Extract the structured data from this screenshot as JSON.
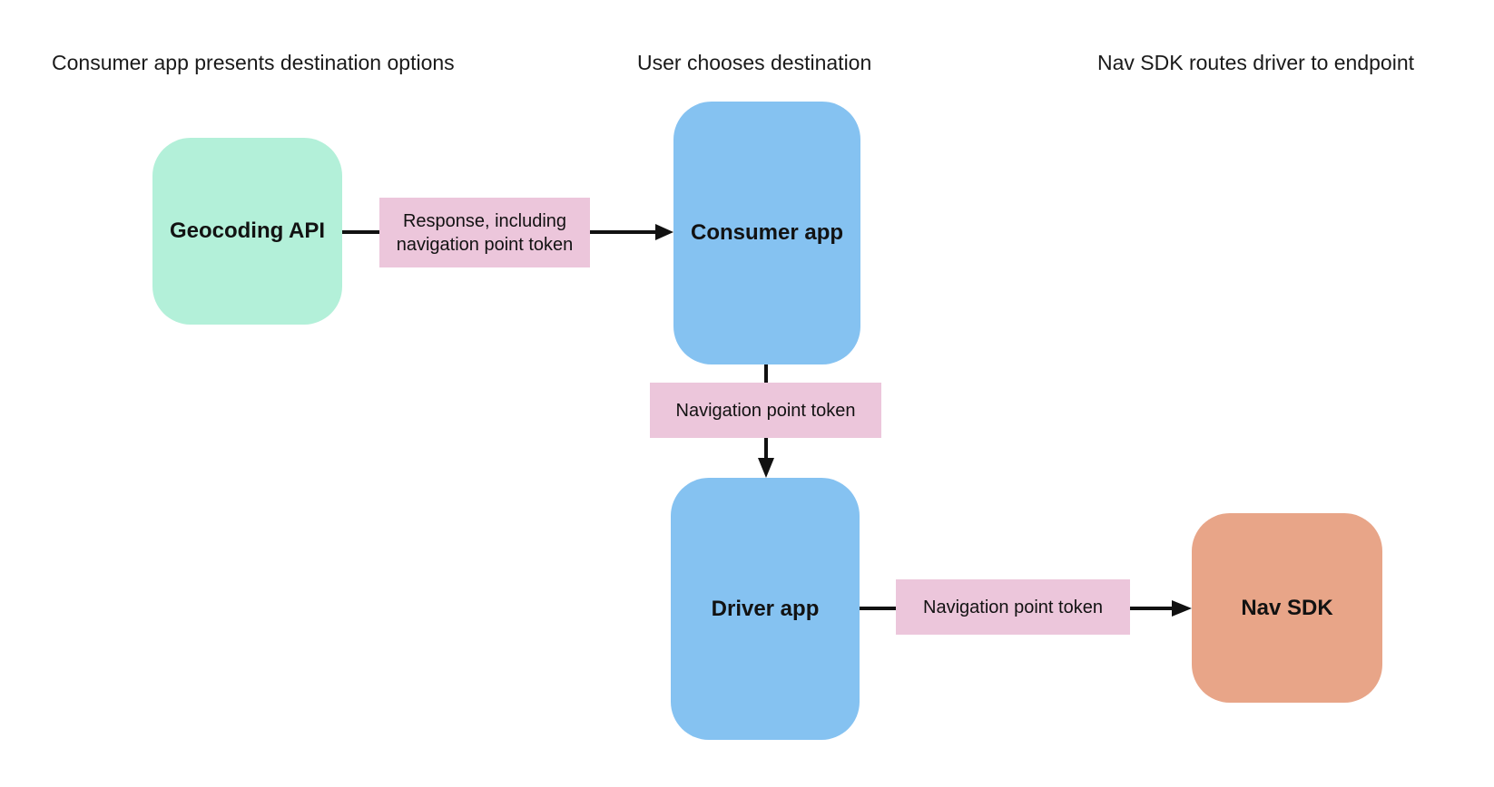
{
  "diagram": {
    "headers": [
      {
        "text": "Consumer app presents destination options"
      },
      {
        "text": "User chooses destination"
      },
      {
        "text": "Nav SDK routes driver to endpoint"
      }
    ],
    "nodes": [
      {
        "id": "geocoding-api",
        "label": "Geocoding API",
        "color": "#b3f0d9"
      },
      {
        "id": "consumer-app",
        "label": "Consumer app",
        "color": "#85c2f1"
      },
      {
        "id": "driver-app",
        "label": "Driver app",
        "color": "#85c2f1"
      },
      {
        "id": "nav-sdk",
        "label": "Nav SDK",
        "color": "#e8a588"
      }
    ],
    "edges": [
      {
        "from": "Geocoding API",
        "to": "Consumer app",
        "label": "Response, including navigation point token"
      },
      {
        "from": "Consumer app",
        "to": "Driver app",
        "label": "Navigation point token"
      },
      {
        "from": "Driver app",
        "to": "Nav SDK",
        "label": "Navigation point token"
      }
    ],
    "colors": {
      "background": "#ffffff",
      "node_green": "#b3f0d9",
      "node_blue": "#85c2f1",
      "node_orange": "#e8a588",
      "edge_label_bg": "#ecc6db",
      "arrow": "#111111",
      "text": "#1a1a1a"
    }
  }
}
